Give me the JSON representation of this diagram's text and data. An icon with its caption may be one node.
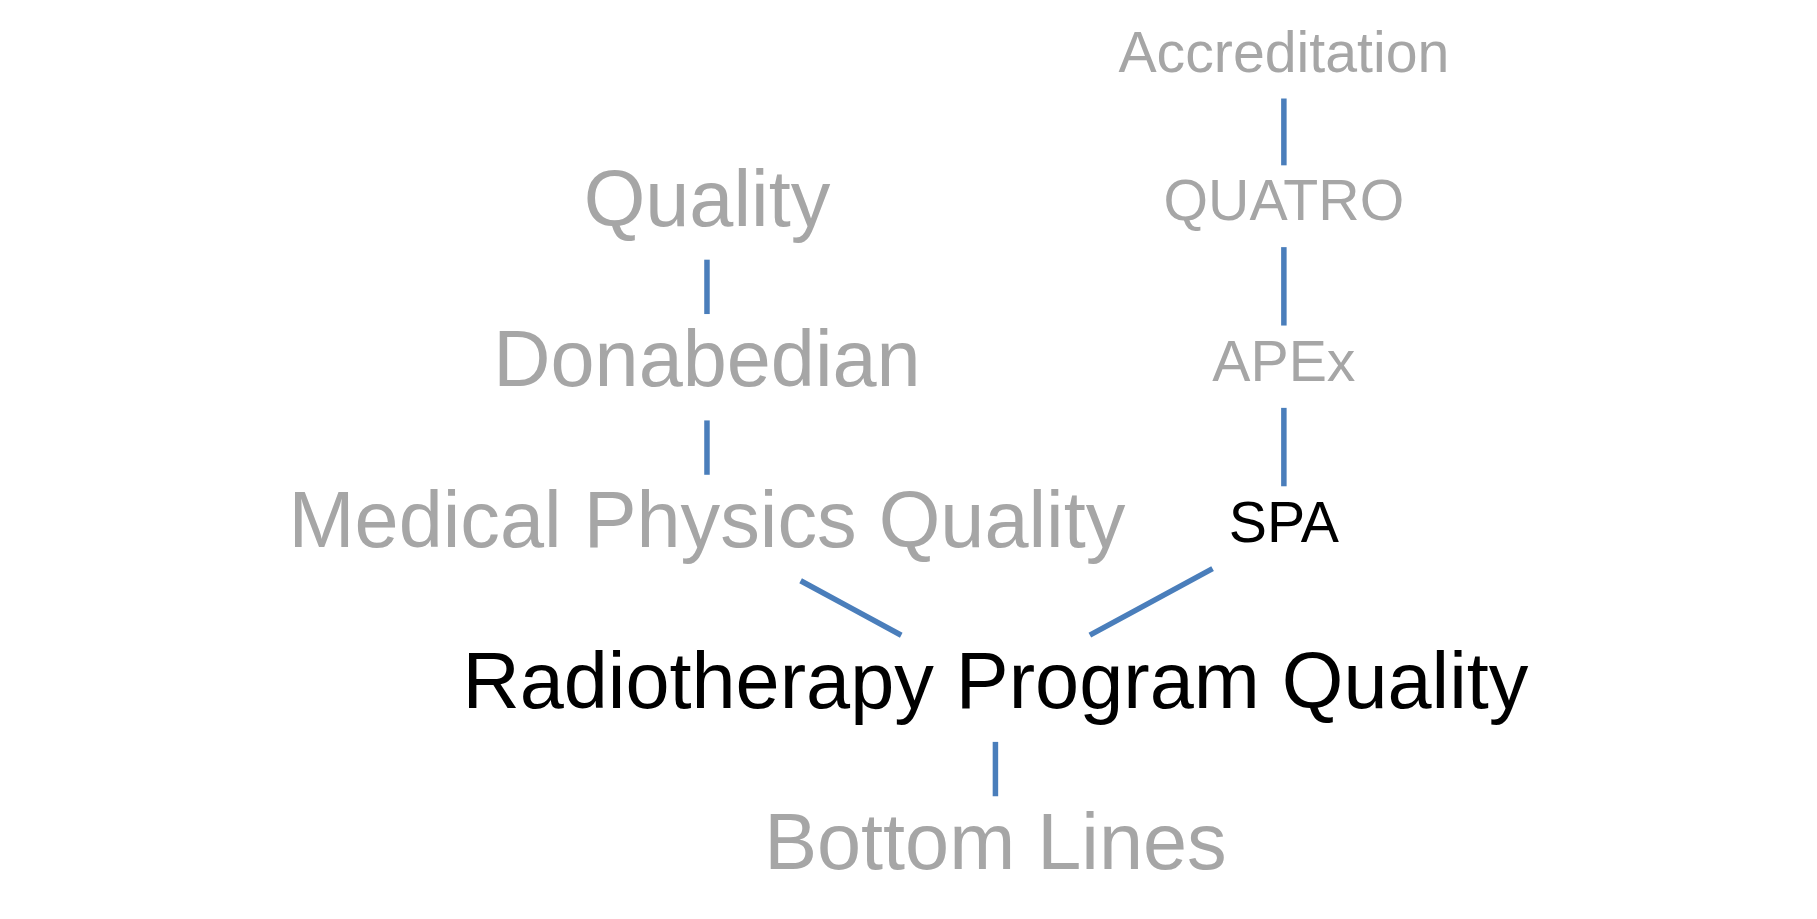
{
  "diagram": {
    "nodes": [
      {
        "text": [
          "Quality"
        ]
      },
      {
        "text": [
          "Donabedian"
        ]
      },
      {
        "text": [
          "Medical Physics Quality"
        ]
      },
      {
        "text": [
          "Radiotherapy Program Quality"
        ]
      },
      {
        "text": [
          "Bottom Lines"
        ]
      },
      {
        "text": [
          "Accreditation"
        ]
      },
      {
        "text": [
          "QUATRO"
        ]
      },
      {
        "text": [
          "APEx"
        ]
      },
      {
        "text": [
          "SPA"
        ]
      }
    ],
    "edges": [
      {
        "from": 0,
        "to": 1,
        "arrow": "none"
      },
      {
        "from": 1,
        "to": 2,
        "arrow": "none"
      },
      {
        "from": 2,
        "to": 3,
        "arrow": "none"
      },
      {
        "from": 3,
        "to": 4,
        "arrow": "none"
      },
      {
        "from": 5,
        "to": 6,
        "arrow": "none"
      },
      {
        "from": 6,
        "to": 7,
        "arrow": "none"
      },
      {
        "from": 7,
        "to": 8,
        "arrow": "none"
      },
      {
        "from": 8,
        "to": 3,
        "arrow": "none"
      }
    ]
  }
}
